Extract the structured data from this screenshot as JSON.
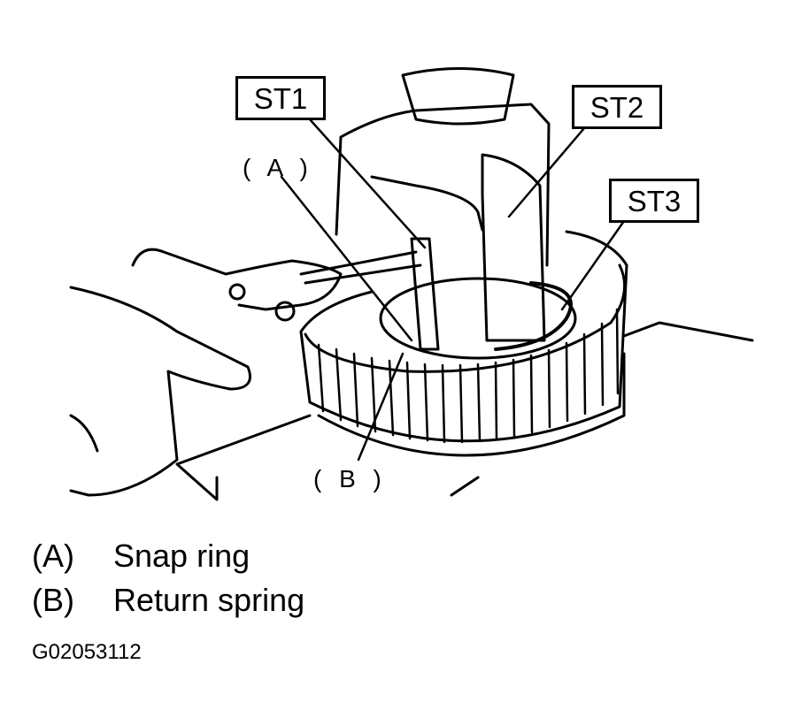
{
  "callouts": {
    "st1": "ST1",
    "st2": "ST2",
    "st3": "ST3",
    "a": "( A )",
    "b": "( B )"
  },
  "legend": [
    {
      "key": "(A)",
      "text": "Snap ring"
    },
    {
      "key": "(B)",
      "text": "Return spring"
    }
  ],
  "figure_code": "G02053112"
}
